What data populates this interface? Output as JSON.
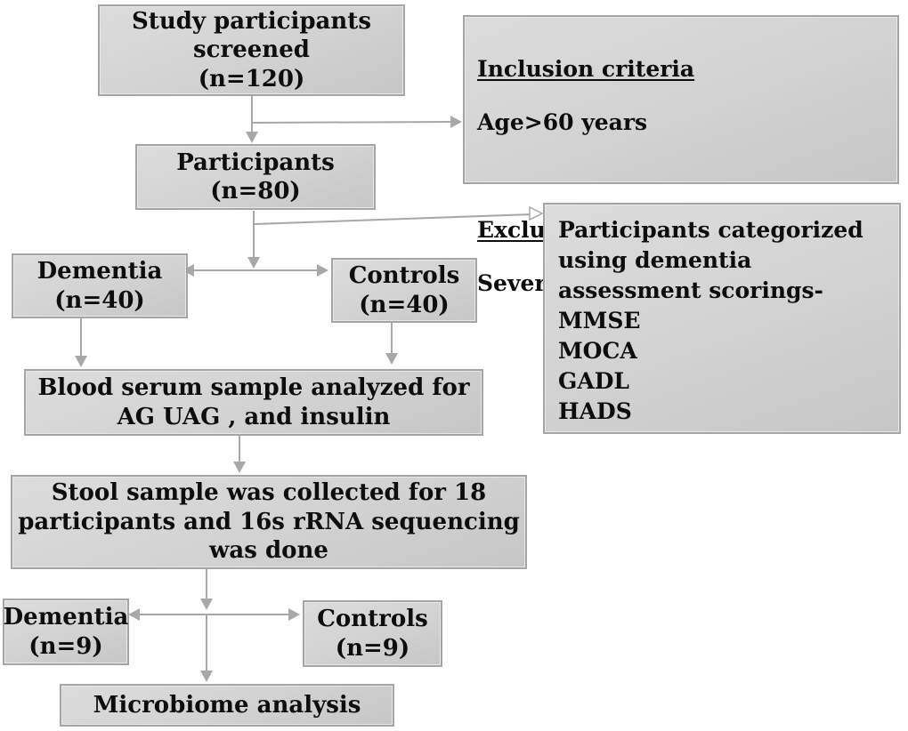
{
  "colors": {
    "box_fill_light": "#dcdcdc",
    "box_fill_dark": "#c6c6c6",
    "box_border": "#a5a5a5",
    "connector": "#a8a8a8",
    "text": "#0d0d0d"
  },
  "boxes": {
    "screened": {
      "label": "Study participants\nscreened\n(n=120)"
    },
    "criteria": {
      "inclusion_heading": "Inclusion criteria",
      "inclusion_item": "Age>60 years",
      "exclusion_heading": "Exclusion criteria",
      "exclusion_item": "Severely ill and stroke patients"
    },
    "participants": {
      "label": "Participants\n(n=80)"
    },
    "dementia_group": {
      "label": "Dementia\n(n=40)"
    },
    "controls_group": {
      "label": "Controls\n(n=40)"
    },
    "categorized": {
      "label": "Participants categorized\nusing dementia\nassessment scorings-\nMMSE\nMOCA\nGADL\nHADS"
    },
    "blood_serum": {
      "label": "Blood serum sample analyzed for\nAG UAG , and insulin"
    },
    "stool_sample": {
      "label": "Stool sample was collected for 18\nparticipants and 16s rRNA sequencing\nwas done"
    },
    "dementia_subgroup": {
      "label": "Dementia\n(n=9)"
    },
    "controls_subgroup": {
      "label": "Controls\n(n=9)"
    },
    "microbiome": {
      "label": "Microbiome analysis"
    }
  }
}
